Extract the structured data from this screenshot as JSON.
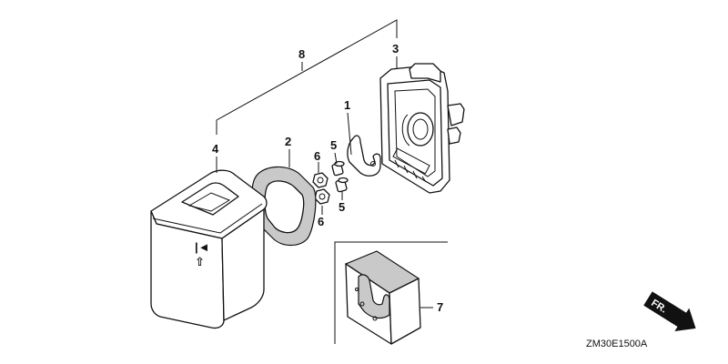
{
  "diagram": {
    "callouts": {
      "c1": "1",
      "c2": "2",
      "c3": "3",
      "c4": "4",
      "c5a": "5",
      "c5b": "5",
      "c6a": "6",
      "c6b": "6",
      "c7": "7",
      "c8": "8"
    },
    "direction_label": "FR.",
    "drawing_code": "ZM30E1500A",
    "cover_label": "|&#8612;",
    "colors": {
      "ink": "#111111",
      "foam": "#c9c9c9",
      "paper": "#ffffff"
    }
  }
}
